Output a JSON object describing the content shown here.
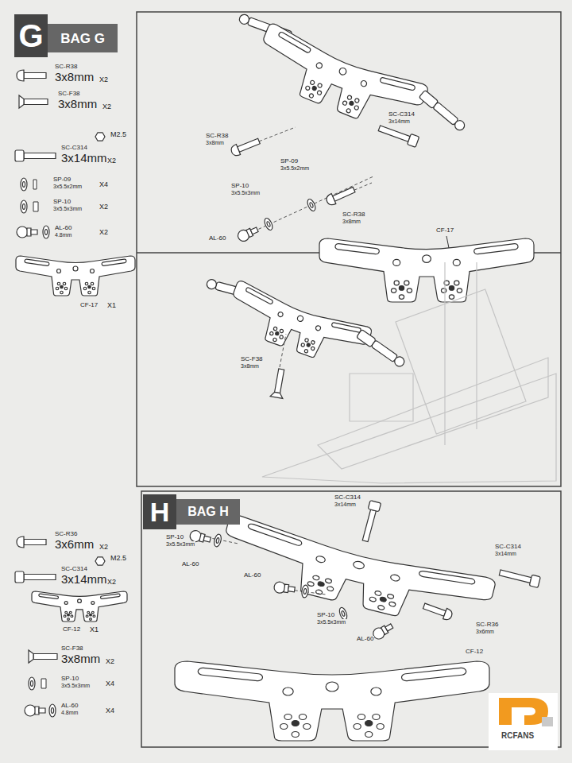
{
  "diagram": {
    "nodes": [
      {
        "text": [
          "G"
        ]
      },
      {
        "text": [
          "BAG G"
        ]
      },
      {
        "text": [
          "H"
        ]
      },
      {
        "text": [
          "BAG H"
        ]
      }
    ],
    "labels": [
      "SC-R38",
      "3x8mm",
      "X2",
      "SC-F38",
      "3x8mm",
      "X2",
      "M2.5",
      "SC-C314",
      "3x14mm",
      "X2",
      "SP-09",
      "3x5.5x2mm",
      "X4",
      "SP-10",
      "3x5.5x3mm",
      "X2",
      "AL-60",
      "4.8mm",
      "X2",
      "CF-17",
      "X1",
      "SC-C314",
      "3x14mm",
      "SC-R38",
      "3x8mm",
      "SP-09",
      "3x5.5x2mm",
      "SP-10",
      "3x5.5x3mm",
      "SC-R38",
      "3x8mm",
      "AL-60",
      "CF-17",
      "SC-F38",
      "3x8mm",
      "SC-R36",
      "3x6mm",
      "X2",
      "M2.5",
      "SC-C314",
      "3x14mm",
      "X2",
      "CF-12",
      "X1",
      "SC-F38",
      "3x8mm",
      "X2",
      "SP-10",
      "3x5.5x3mm",
      "X4",
      "AL-60",
      "4.8mm",
      "X4",
      "SP-10",
      "3x5.5x3mm",
      "AL-60",
      "SC-C314",
      "3x14mm",
      "SC-C314",
      "3x14mm",
      "AL-60",
      "SP-10",
      "3x5.5x3mm",
      "AL-60",
      "SC-R36",
      "3x6mm",
      "CF-12",
      "RCFANS"
    ]
  }
}
